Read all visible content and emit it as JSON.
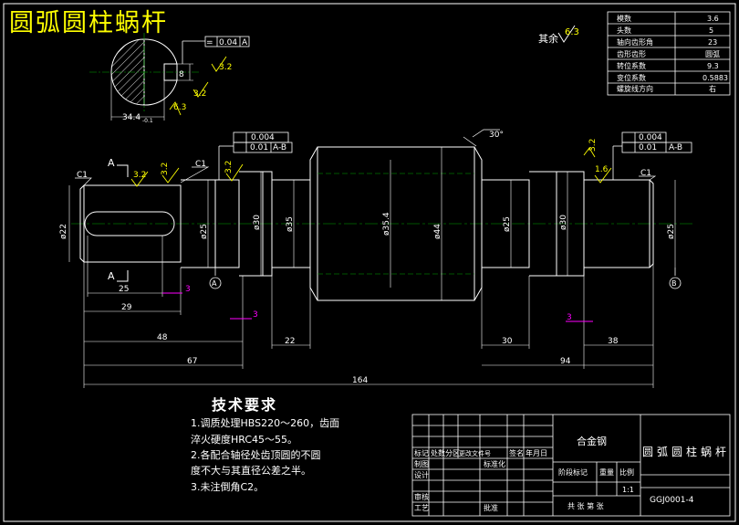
{
  "drawing": {
    "title": "圆弧圆柱蜗杆",
    "roughness_overall_label": "其余",
    "roughness_overall_value": "6.3",
    "colors": {
      "background": "#000000",
      "lines": "#ffffff",
      "title": "#ffff00",
      "dimension_marker": "#ff00ff",
      "center_line": "#00aa00",
      "note": "#00ffff"
    }
  },
  "params_table": {
    "rows": [
      {
        "name": "模数",
        "value": "3.6"
      },
      {
        "name": "头数",
        "value": "5"
      },
      {
        "name": "轴向齿形角",
        "value": "23"
      },
      {
        "name": "齿形齿形",
        "value": "圆弧"
      },
      {
        "name": "转位系数",
        "value": "9.3"
      },
      {
        "name": "变位系数",
        "value": "0.5883"
      },
      {
        "name": "螺旋线方向",
        "value": "右"
      }
    ]
  },
  "section": {
    "label_a": "A",
    "tolerance_sym": "=",
    "tolerance_val": "0.04",
    "tolerance_ref": "A",
    "dim_width": "34.4",
    "dim_width_tol": "-0.1",
    "dim_key": "8",
    "rough1": "3.2",
    "rough2": "3.2",
    "rough3": "6.3"
  },
  "shaft": {
    "chamfer_left": "C1",
    "chamfer_mid": "C1",
    "chamfer_right": "C1",
    "rough_left1": "3.2",
    "rough_left2": "3.2",
    "rough_left3": "3.2",
    "rough_right1": "3.2",
    "rough_right2": "1.6",
    "angle": "30°",
    "fcf_left_1": "0.004",
    "fcf_left_2": "0.01",
    "fcf_left_ref": "A-B",
    "fcf_right_1": "0.004",
    "fcf_right_2": "0.01",
    "fcf_right_ref": "A-B",
    "datum_a": "A",
    "datum_b": "B",
    "section_mark_top": "A",
    "section_mark_bottom": "A",
    "diameters": {
      "d1": "ø22",
      "d2": "ø25",
      "d3": "ø30",
      "d4": "ø35",
      "d5": "ø35.4",
      "d6": "ø44",
      "d7": "ø25",
      "d8": "ø30",
      "d9": "ø25"
    },
    "dims": {
      "d25": "25",
      "d29": "29",
      "d48": "48",
      "d22": "22",
      "d67": "67",
      "d164": "164",
      "d30": "30",
      "d38": "38",
      "d94": "94",
      "m3a": "3",
      "m3b": "3",
      "m3c": "3"
    }
  },
  "tech_requirements": {
    "title": "技术要求",
    "lines": [
      "1.调质处理HBS220～260，齿面",
      "淬火硬度HRC45～55。",
      "2.各配合轴径处齿顶圆的不圆",
      "度不大与其直径公差之半。",
      "3.未注倒角C2。"
    ]
  },
  "title_block": {
    "material": "合金钢",
    "part_name": "圆弧圆柱蜗杆",
    "drawing_no": "GGJ0001-4",
    "scale": "1:1",
    "stage_label": "阶段标记",
    "weight_label": "重量",
    "scale_label": "比例",
    "sheets_label": "共  张  第  张",
    "row_labels": [
      "标记",
      "处数",
      "分区",
      "更改文件号",
      "签名",
      "年月日"
    ],
    "left_labels": [
      "制图",
      "设计",
      "审核",
      "工艺"
    ],
    "std_label": "标准化",
    "approve_label": "批准"
  }
}
